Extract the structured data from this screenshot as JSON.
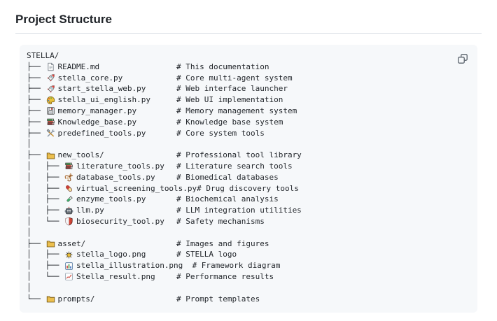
{
  "header": {
    "title": "Project Structure"
  },
  "code_block": {
    "copy_button": {
      "icon": "copy-icon"
    },
    "colors": {
      "block_background": "#f6f8fa",
      "text": "#1f2328",
      "title_rule": "#d8dee4",
      "copy_icon": "#656d76"
    },
    "rows": [
      {
        "prefix": "",
        "icon": null,
        "name": "STELLA/",
        "comment": ""
      },
      {
        "prefix": "├── ",
        "icon": "document-icon",
        "name": "README.md",
        "comment": "# This documentation"
      },
      {
        "prefix": "├── ",
        "icon": "rocket-icon",
        "name": "stella_core.py",
        "comment": "# Core multi-agent system"
      },
      {
        "prefix": "├── ",
        "icon": "rocket-icon",
        "name": "start_stella_web.py",
        "comment": "# Web interface launcher"
      },
      {
        "prefix": "├── ",
        "icon": "palette-icon",
        "name": "stella_ui_english.py",
        "comment": "# Web UI implementation"
      },
      {
        "prefix": "├── ",
        "icon": "floppy-disk-icon",
        "name": "memory_manager.py",
        "comment": "# Memory management system"
      },
      {
        "prefix": "├── ",
        "icon": "books-icon",
        "name": "Knowledge_base.py",
        "comment": "# Knowledge base system"
      },
      {
        "prefix": "├── ",
        "icon": "hammer-wrench-icon",
        "name": "predefined_tools.py",
        "comment": "# Core system tools"
      },
      {
        "prefix": "│",
        "icon": null,
        "name": "",
        "comment": ""
      },
      {
        "prefix": "├── ",
        "icon": "folder-icon",
        "name": "new_tools/",
        "comment": "# Professional tool library"
      },
      {
        "prefix": "│   ├── ",
        "icon": "books-icon",
        "name": "literature_tools.py",
        "comment": "# Literature search tools"
      },
      {
        "prefix": "│   ├── ",
        "icon": "dna-icon",
        "name": "database_tools.py",
        "comment": "# Biomedical databases"
      },
      {
        "prefix": "│   ├── ",
        "icon": "pill-icon",
        "name": "virtual_screening_tools.py",
        "comment": "# Drug discovery tools"
      },
      {
        "prefix": "│   ├── ",
        "icon": "test-tube-icon",
        "name": "enzyme_tools.py",
        "comment": "# Biochemical analysis"
      },
      {
        "prefix": "│   ├── ",
        "icon": "robot-icon",
        "name": "llm.py",
        "comment": "# LLM integration utilities"
      },
      {
        "prefix": "│   └── ",
        "icon": "shield-icon",
        "name": "biosecurity_tool.py",
        "comment": "# Safety mechanisms"
      },
      {
        "prefix": "│",
        "icon": null,
        "name": "",
        "comment": ""
      },
      {
        "prefix": "├── ",
        "icon": "folder-icon",
        "name": "asset/",
        "comment": "# Images and figures"
      },
      {
        "prefix": "│   ├── ",
        "icon": "star-icon",
        "name": "stella_logo.png",
        "comment": "# STELLA logo"
      },
      {
        "prefix": "│   ├── ",
        "icon": "bar-chart-icon",
        "name": "stella_illustration.png",
        "pad": "  ",
        "comment": "# Framework diagram"
      },
      {
        "prefix": "│   └── ",
        "icon": "chart-up-icon",
        "name": "Stella_result.png",
        "comment": "# Performance results"
      },
      {
        "prefix": "│",
        "icon": null,
        "name": "",
        "comment": ""
      },
      {
        "prefix": "└── ",
        "icon": "folder-icon",
        "name": "prompts/",
        "comment": "# Prompt templates"
      }
    ]
  }
}
